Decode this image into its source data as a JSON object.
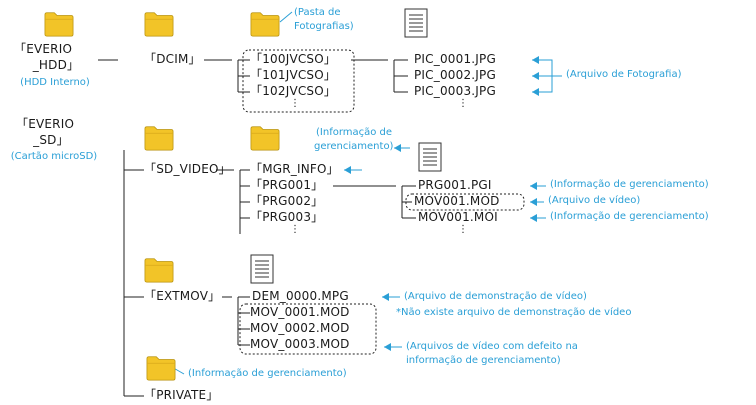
{
  "colors": {
    "accent": "#2a9fd6",
    "folder": "#f2c428",
    "folder_edge": "#b8920d",
    "line": "#222222"
  },
  "icons": {
    "folder": "folder-icon",
    "document": "document-icon"
  },
  "root": {
    "everio_hdd": [
      "「EVERIO",
      "_HDD」"
    ],
    "hdd_note": "(HDD Interno)",
    "everio_sd": [
      "「EVERIO",
      "_SD」"
    ],
    "sd_note": "(Cartão microSD)"
  },
  "dcim": {
    "label": "「DCIM」",
    "folder_note": [
      "(Pasta de",
      "Fotografias)"
    ],
    "subfolders": [
      "「100JVCSO」",
      "「101JVCSO」",
      "「102JVCSO」"
    ],
    "files": [
      "PIC_0001.JPG",
      "PIC_0002.JPG",
      "PIC_0003.JPG"
    ],
    "file_note": "(Arquivo de Fotografia)"
  },
  "sd_video": {
    "label": "「SD_VIDEO」",
    "mgr_note": [
      "(Informação de",
      "gerenciamento)"
    ],
    "subfolders": [
      "「MGR_INFO」",
      "「PRG001」",
      "「PRG002」",
      "「PRG003」"
    ],
    "files": [
      "PRG001.PGI",
      "MOV001.MOD",
      "MOV001.MOI"
    ],
    "file_notes": [
      "(Informação de gerenciamento)",
      "(Arquivo de vídeo)",
      "(Informação de gerenciamento)"
    ]
  },
  "extmov": {
    "label": "「EXTMOV」",
    "files": [
      "DEM_0000.MPG",
      "MOV_0001.MOD",
      "MOV_0002.MOD",
      "MOV_0003.MOD"
    ],
    "demo_note": "(Arquivo de demonstração de vídeo)",
    "demo_footnote": "*Não existe arquivo de demonstração de vídeo",
    "defect_note": [
      "(Arquivos de vídeo com defeito na",
      "informação de gerenciamento)"
    ]
  },
  "private": {
    "label": "「PRIVATE」",
    "note": "(Informação de gerenciamento)"
  },
  "ellipsis": "⋮"
}
